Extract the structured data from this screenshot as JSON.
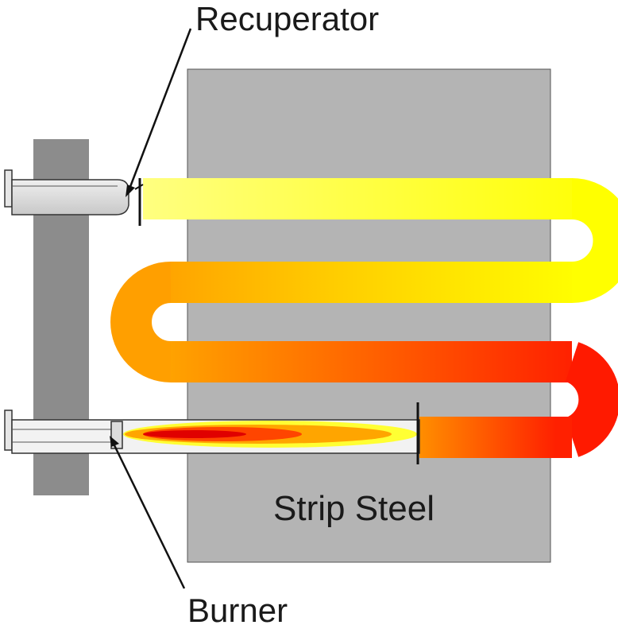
{
  "labels": {
    "recuperator": "Recuperator",
    "burner": "Burner",
    "strip_steel": "Strip Steel"
  },
  "colors": {
    "background": "#ffffff",
    "steel_block": "#b4b4b4",
    "wall": "#8c8c8c",
    "tube_light": "#d9d9d9",
    "hot_red": "#ff1a00",
    "mid_orange": "#ff8c00",
    "warm_yellow": "#ffff33",
    "outline": "#222222"
  }
}
